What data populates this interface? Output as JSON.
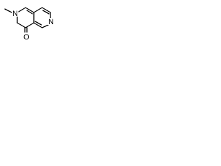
{
  "molecule": {
    "atoms": {
      "n_methyl": "N",
      "n_pyridine": "N",
      "carbonyl_o": "O"
    }
  },
  "colors": {
    "bond": "#000000",
    "background": "#ffffff"
  }
}
